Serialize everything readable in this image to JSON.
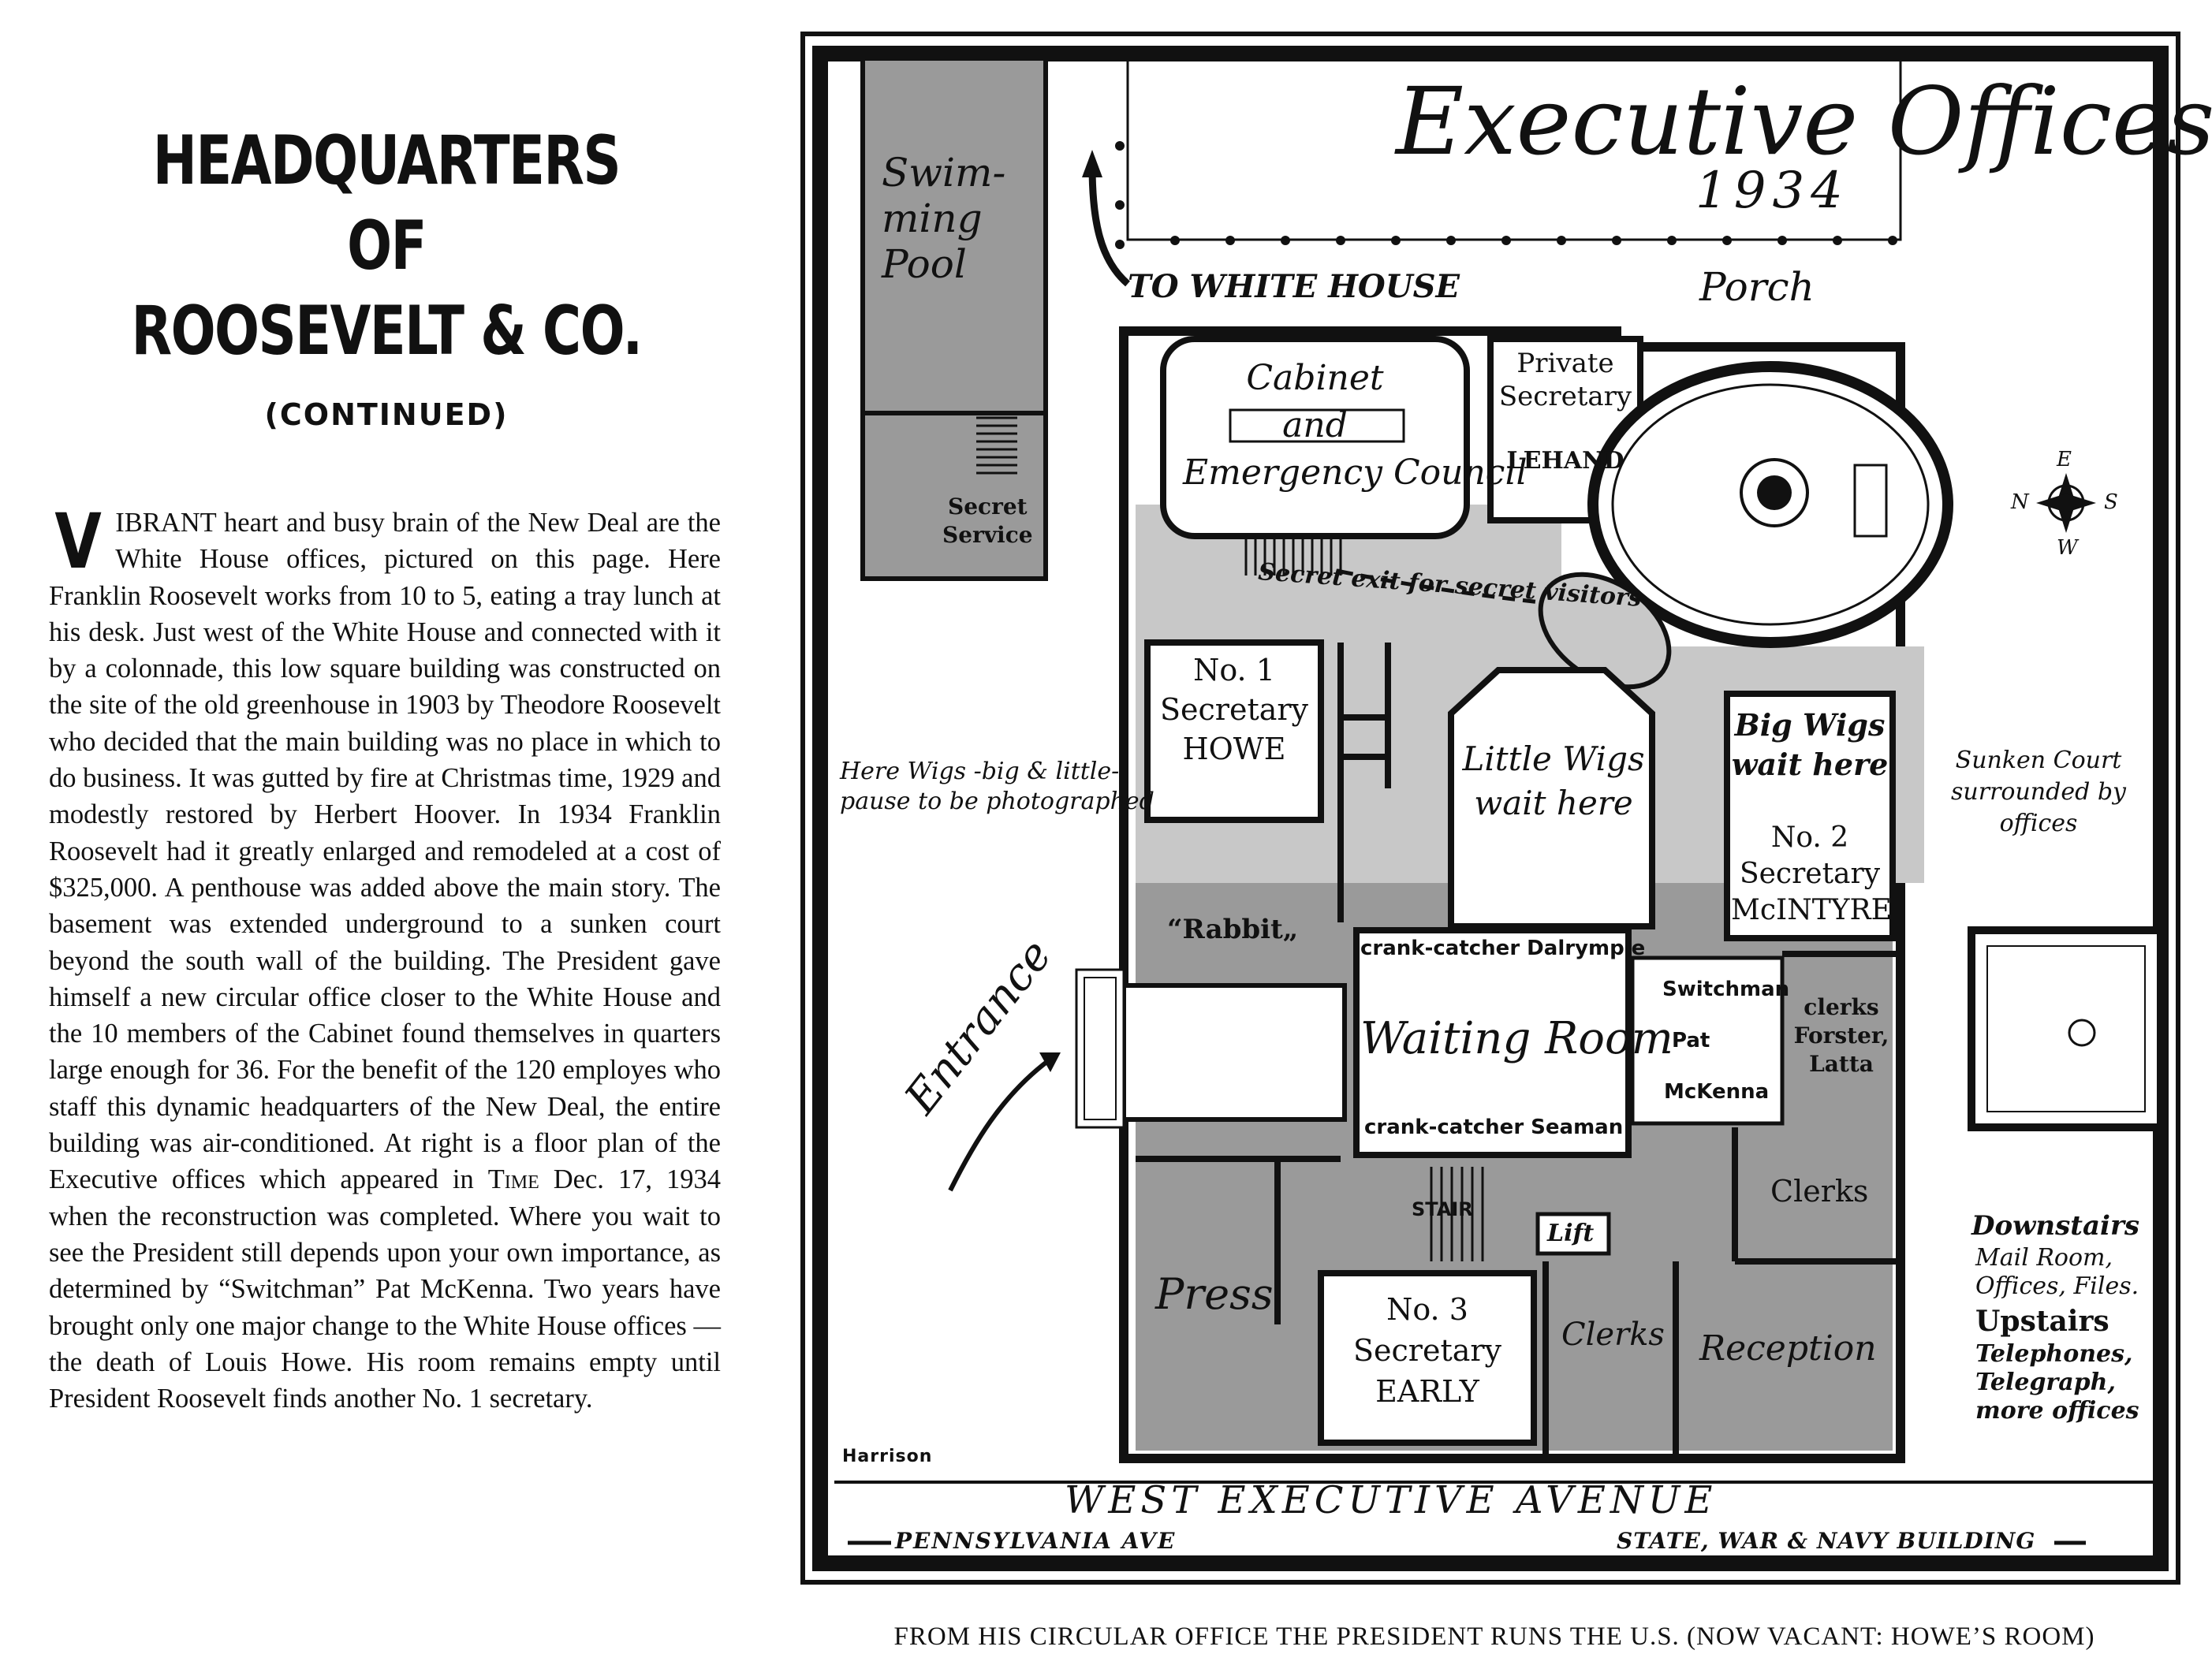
{
  "article": {
    "headline_line1": "HEADQUARTERS OF",
    "headline_line2": "ROOSEVELT & CO.",
    "subhead": "(CONTINUED)",
    "dropcap": "V",
    "body_part1": "IBRANT heart and busy brain of the New Deal are the White House offices, pictured on this page. Here Franklin Roosevelt works from 10 to 5, eating a tray lunch at his desk. Just west of the White House and connected with it by a colonnade, this low square building was constructed on the site of the old greenhouse in 1903 by Theodore Roosevelt who decided that the main building was no place in which to do business. It was gutted by fire at Christmas time, 1929 and modestly restored by Herbert Hoover. In 1934 Franklin Roosevelt had it greatly enlarged and remodeled at a cost of $325,000. A penthouse was added above the main story. The basement was extended underground to a sunken court beyond the south wall of the building. The President gave himself a new circular office closer to the White House and the 10 members of the Cabinet found themselves in quarters large enough for 36. For the benefit of the 120 employes who staff this dynamic headquarters of the New Deal, the entire building was air-conditioned. At right is a floor plan of the Executive offices which appeared in ",
    "time_word": "Time",
    "body_part2": " Dec. 17, 1934 when the reconstruction was completed. Where you wait to see the President still depends upon your own importance, as determined by “Switchman” Pat McKenna. Two years have brought only one major change to the White House offices — the death of Louis Howe. His room remains empty until President Roosevelt finds another No. 1 secretary."
  },
  "map": {
    "title": "Executive Offices",
    "year": "1934",
    "labels": {
      "swimming_pool": [
        "Swim-",
        "ming",
        "Pool"
      ],
      "secret_service": [
        "Secret",
        "Service"
      ],
      "to_white_house": "TO WHITE HOUSE",
      "porch": "Porch",
      "cabinet": [
        "Cabinet",
        "and",
        "Emergency Council"
      ],
      "private_secretary": [
        "Private",
        "Secretary"
      ],
      "lehand": "LEHAND",
      "secret_exit": "Secret exit for secret visitors",
      "no1": [
        "No. 1",
        "Secretary",
        "HOWE"
      ],
      "little_wigs": [
        "Little Wigs",
        "wait here"
      ],
      "big_wigs": [
        "Big Wigs",
        "wait here"
      ],
      "no2": [
        "No. 2",
        "Secretary",
        "McINTYRE"
      ],
      "sunken_court": [
        "Sunken Court",
        "surrounded by",
        "offices"
      ],
      "photographed": [
        "Here Wigs -big & little-",
        "pause to be photographed"
      ],
      "rabbit": "“Rabbit„",
      "crank_dalrymple": "crank-catcher Dalrymple",
      "waiting_room": "Waiting Room",
      "crank_seaman": "crank-catcher Seaman",
      "switchman": "Switchman",
      "pat": "Pat",
      "mckenna": "McKenna",
      "clerks_forster": [
        "clerks",
        "Forster,",
        "Latta"
      ],
      "entrance": "Entrance",
      "stair": "STAIR",
      "lift": "Lift",
      "clerks_right": "Clerks",
      "press": "Press",
      "no3": [
        "No. 3",
        "Secretary",
        "EARLY"
      ],
      "clerks_mid": "Clerks",
      "reception": "Reception",
      "downstairs": "Downstairs",
      "downstairs_detail": [
        "Mail Room,",
        "Offices, Files."
      ],
      "upstairs": "Upstairs",
      "upstairs_detail": [
        "Telephones,",
        "Telegraph,",
        "more offices"
      ],
      "harrison": "Harrison",
      "west_exec_ave": "WEST   EXECUTIVE   AVENUE",
      "pennsylvania": "PENNSYLVANIA AVE",
      "state_war_navy": "STATE, WAR & NAVY BUILDING",
      "compass_e": "E",
      "compass_n": "N",
      "compass_s": "S",
      "compass_w": "W"
    }
  },
  "caption": "FROM HIS CIRCULAR OFFICE THE PRESIDENT RUNS THE U.S. (NOW VACANT: HOWE’S ROOM)",
  "colors": {
    "ink": "#111111",
    "gray_room": "#9a9a9a",
    "light_gray": "#c8c8c8",
    "paper": "#ffffff"
  }
}
